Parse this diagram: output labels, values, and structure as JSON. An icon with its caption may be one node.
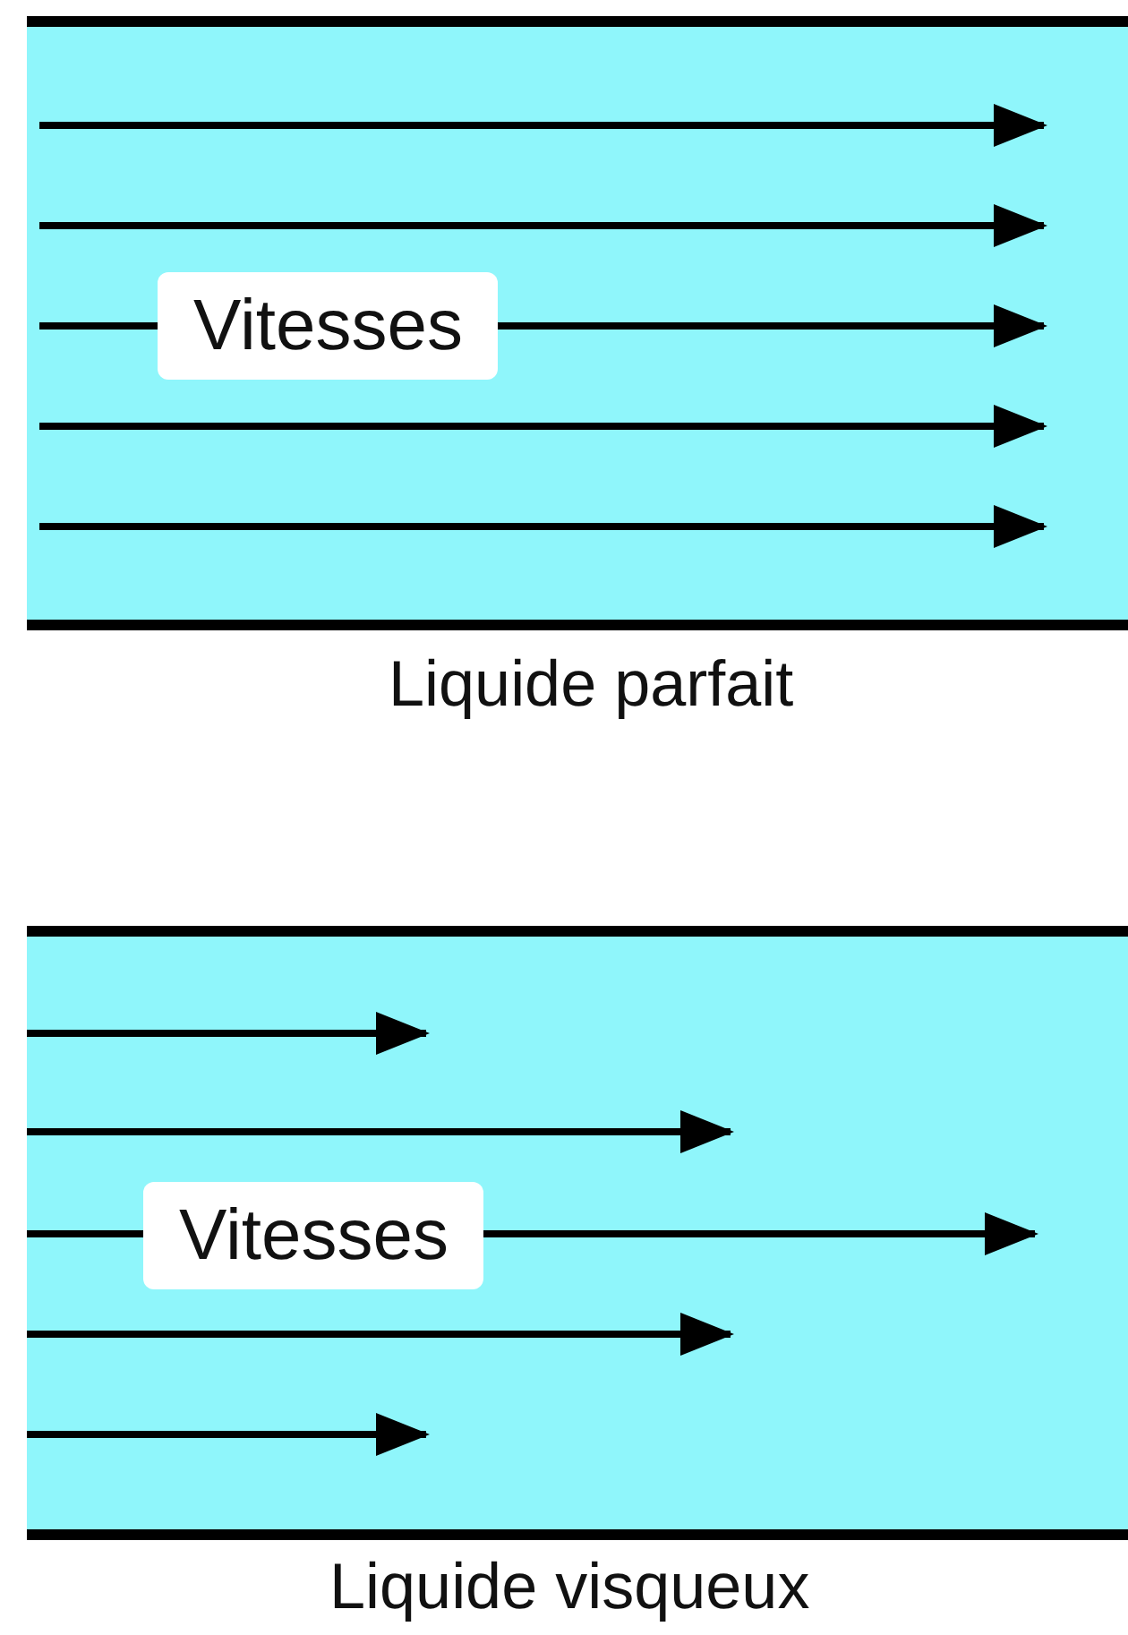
{
  "diagram": {
    "labels": [
      "Vitesses",
      "Liquide parfait",
      "Vitesses",
      "Liquide visqueux"
    ]
  }
}
